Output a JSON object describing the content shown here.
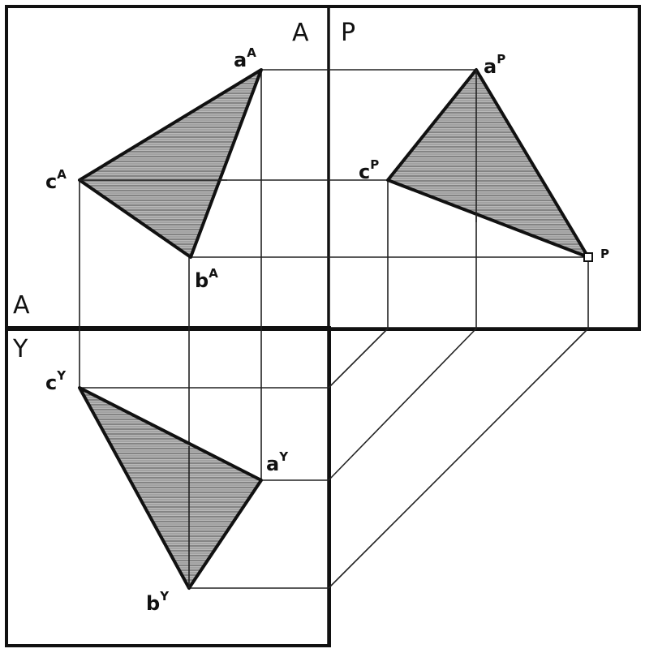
{
  "planes": {
    "top_right_corner": "A",
    "profile": "P",
    "left_divider_upper": "A",
    "left_divider_lower": "Y"
  },
  "frontal_view": {
    "vertex_a": {
      "base": "a",
      "sup": "A"
    },
    "vertex_b": {
      "base": "b",
      "sup": "A"
    },
    "vertex_c": {
      "base": "c",
      "sup": "A"
    }
  },
  "profile_view": {
    "vertex_a": {
      "base": "a",
      "sup": "P"
    },
    "vertex_b": {
      "base": "",
      "sup": "P"
    },
    "vertex_c": {
      "base": "c",
      "sup": "P"
    }
  },
  "horizontal_view": {
    "vertex_a": {
      "base": "a",
      "sup": "Y"
    },
    "vertex_b": {
      "base": "b",
      "sup": "Y"
    },
    "vertex_c": {
      "base": "c",
      "sup": "Y"
    }
  },
  "colors": {
    "line": "#111111",
    "hatch": "#8a8a8a",
    "background": "#ffffff"
  }
}
